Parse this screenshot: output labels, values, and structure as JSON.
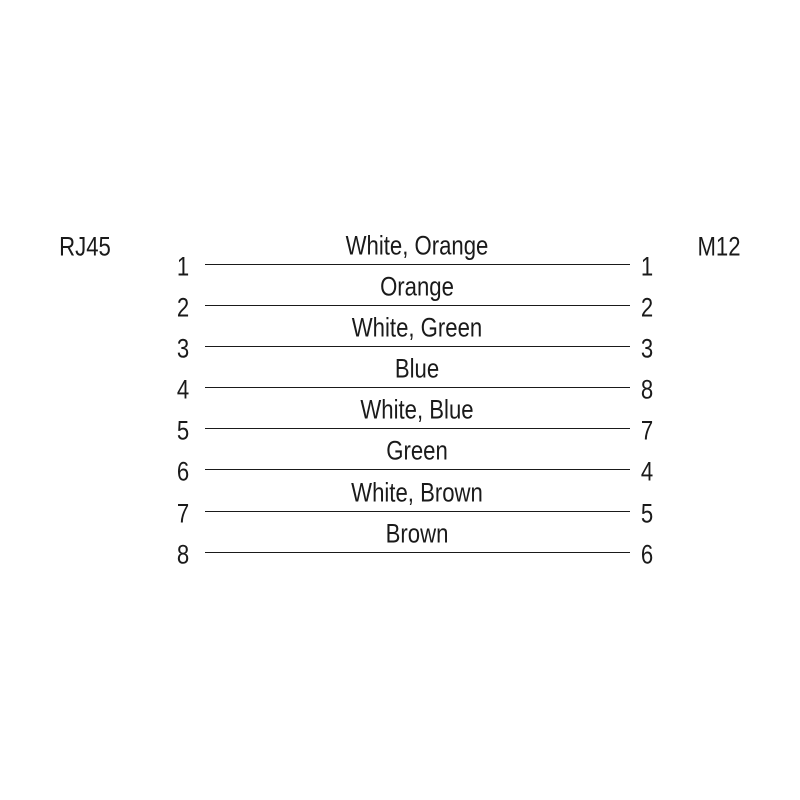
{
  "left_connector": "RJ45",
  "right_connector": "M12",
  "wires": [
    {
      "left_pin": "1",
      "color": "White, Orange",
      "right_pin": "1"
    },
    {
      "left_pin": "2",
      "color": "Orange",
      "right_pin": "2"
    },
    {
      "left_pin": "3",
      "color": "White, Green",
      "right_pin": "3"
    },
    {
      "left_pin": "4",
      "color": "Blue",
      "right_pin": "8"
    },
    {
      "left_pin": "5",
      "color": "White, Blue",
      "right_pin": "7"
    },
    {
      "left_pin": "6",
      "color": "Green",
      "right_pin": "4"
    },
    {
      "left_pin": "7",
      "color": "White, Brown",
      "right_pin": "5"
    },
    {
      "left_pin": "8",
      "color": "Brown",
      "right_pin": "6"
    }
  ]
}
